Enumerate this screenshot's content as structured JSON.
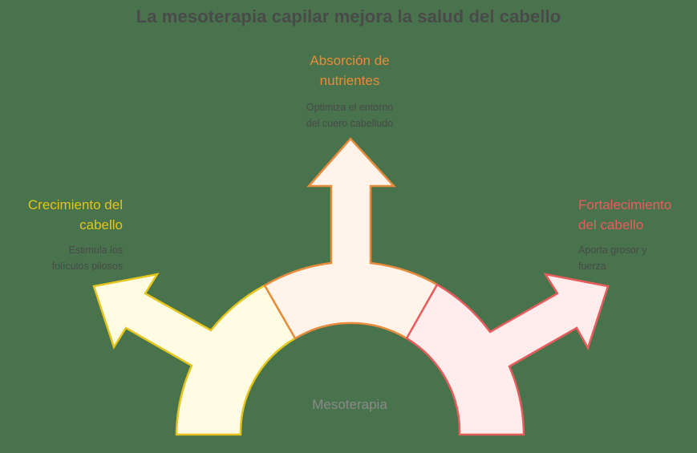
{
  "title": "La mesoterapia capilar mejora la salud del cabello",
  "center": {
    "label": "Mesoterapia"
  },
  "branches": [
    {
      "id": "left",
      "title_line1": "Crecimiento del",
      "title_line2": "cabello",
      "desc_line1": "Estimula los",
      "desc_line2": "folículos pilosos",
      "color": "#E3C51B",
      "fill": "#FFFCE3"
    },
    {
      "id": "top",
      "title_line1": "Absorción de",
      "title_line2": "nutrientes",
      "desc_line1": "Optimiza el entorno",
      "desc_line2": "del cuero cabelludo",
      "color": "#E88B3A",
      "fill": "#FFF3EA"
    },
    {
      "id": "right",
      "title_line1": "Fortalecimiento",
      "title_line2": "del cabello",
      "desc_line1": "Aporta grosor y",
      "desc_line2": "fuerza",
      "color": "#E85C5C",
      "fill": "#FFEDED"
    }
  ]
}
